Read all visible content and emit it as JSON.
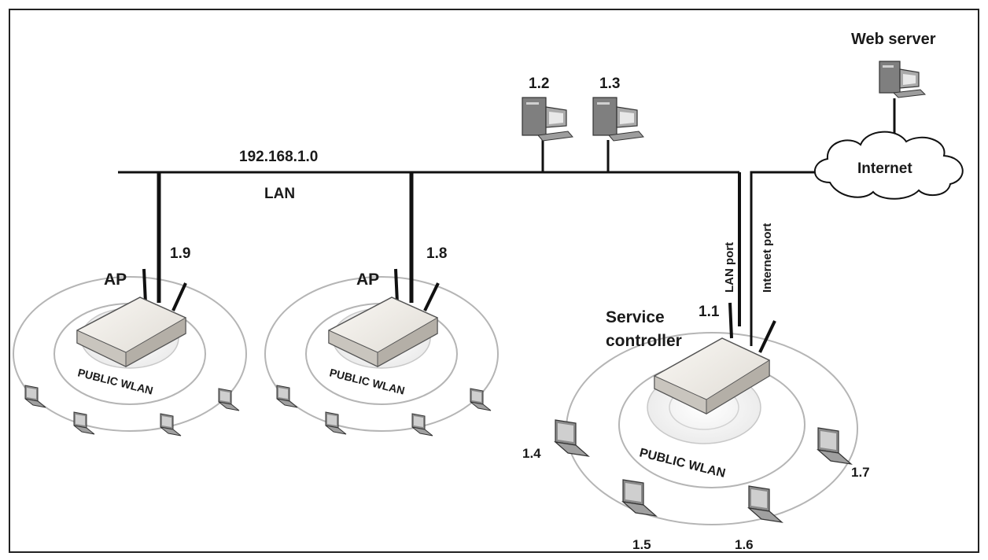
{
  "network": {
    "subnet": "192.168.1.0",
    "segment": "LAN",
    "cloud": "Internet"
  },
  "hosts": {
    "web_server": "Web server",
    "host_a": "1.2",
    "host_b": "1.3"
  },
  "aps": [
    {
      "label": "AP",
      "address": "1.9",
      "wlan": "PUBLIC WLAN",
      "client_addresses": []
    },
    {
      "label": "AP",
      "address": "1.8",
      "wlan": "PUBLIC WLAN",
      "client_addresses": []
    }
  ],
  "controller": {
    "label_line1": "Service",
    "label_line2": "controller",
    "address": "1.1",
    "lan_port": "LAN port",
    "internet_port": "Internet port",
    "wlan": "PUBLIC WLAN",
    "client_addresses": [
      "1.4",
      "1.5",
      "1.6",
      "1.7"
    ]
  },
  "colors": {
    "line": "#111111",
    "ring": "#b8b8b8",
    "device_body": "#f0ede8",
    "device_shadow": "#9a9690",
    "computer": "#7d7d7d"
  }
}
